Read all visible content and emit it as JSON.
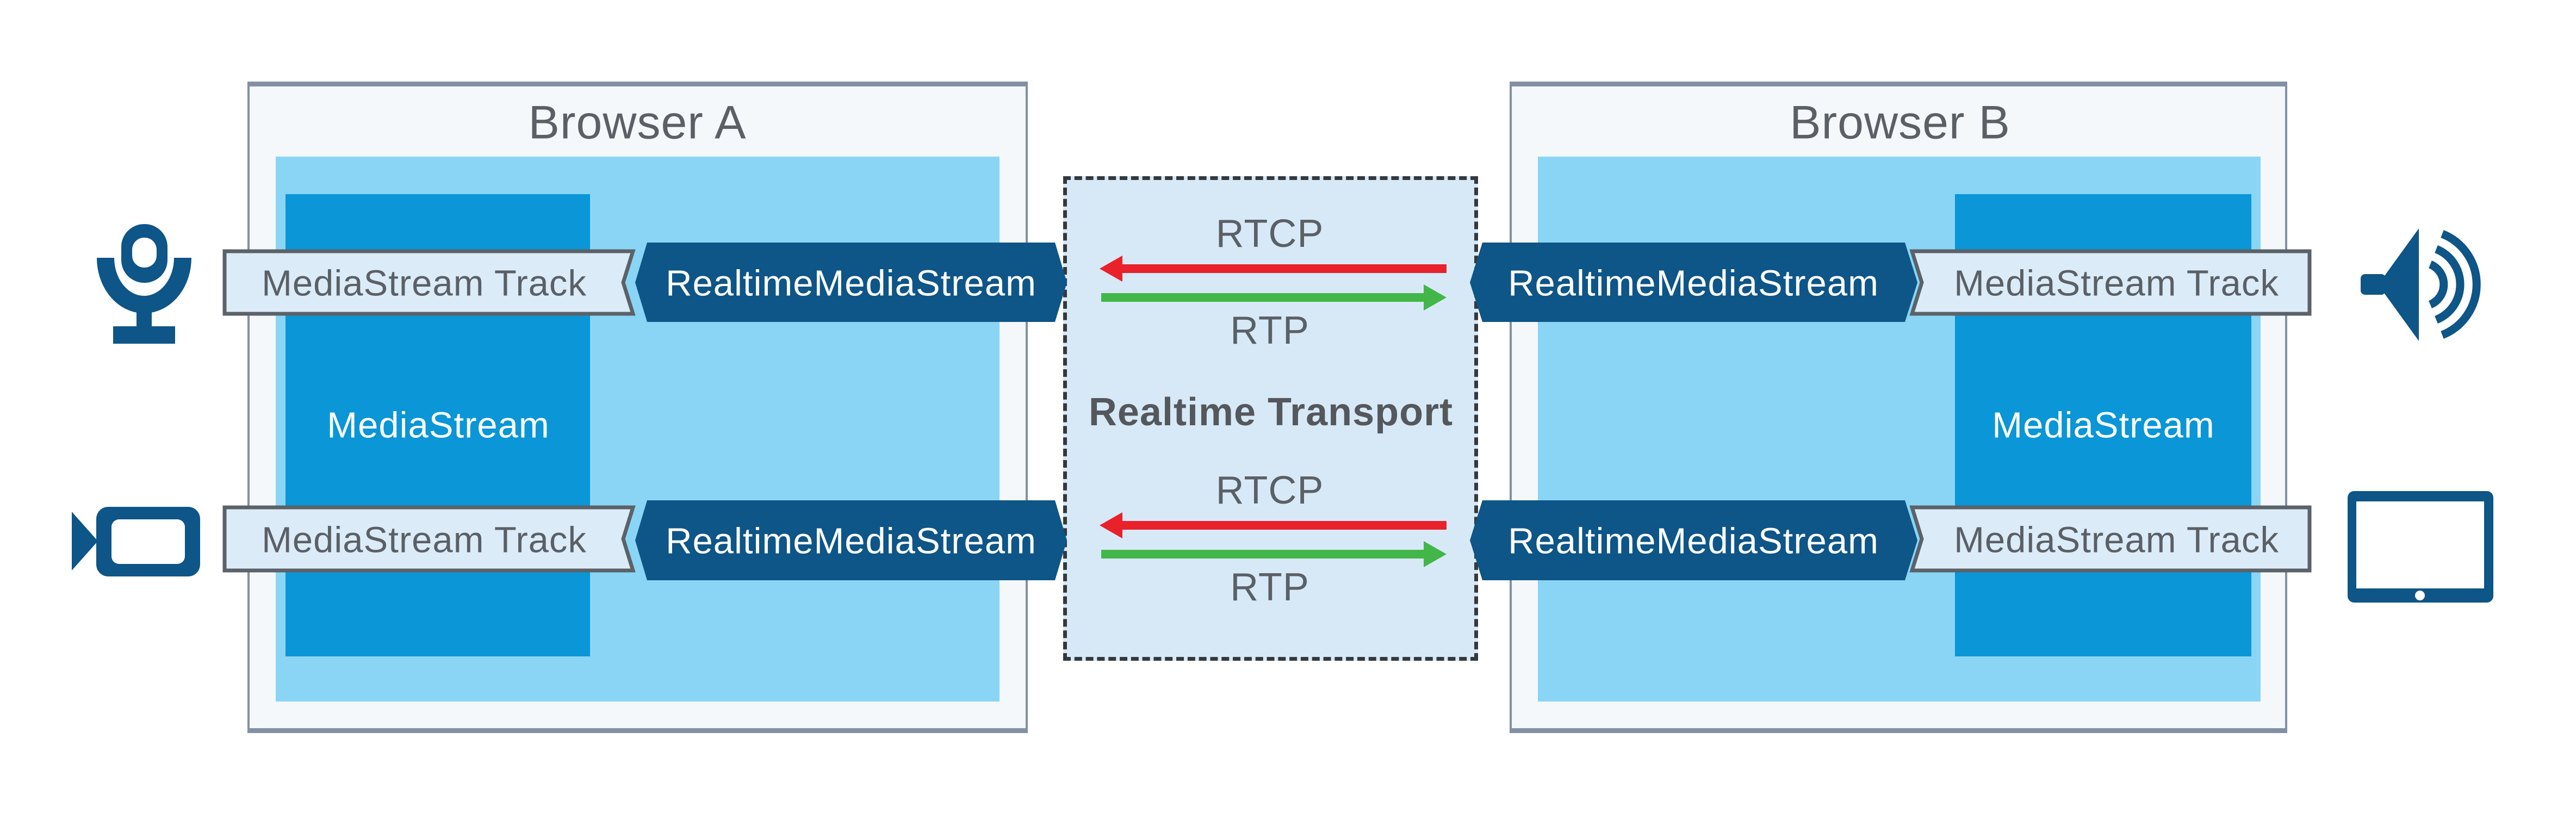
{
  "browser_a": {
    "title": "Browser A",
    "media_stream_label": "MediaStream",
    "rows": [
      {
        "track_label": "MediaStream Track",
        "realtime_label": "RealtimeMediaStream"
      },
      {
        "track_label": "MediaStream Track",
        "realtime_label": "RealtimeMediaStream"
      }
    ]
  },
  "browser_b": {
    "title": "Browser B",
    "media_stream_label": "MediaStream",
    "rows": [
      {
        "track_label": "MediaStream Track",
        "realtime_label": "RealtimeMediaStream"
      },
      {
        "track_label": "MediaStream Track",
        "realtime_label": "RealtimeMediaStream"
      }
    ]
  },
  "transport": {
    "title": "Realtime Transport",
    "channels": [
      {
        "rtcp_label": "RTCP",
        "rtp_label": "RTP"
      },
      {
        "rtcp_label": "RTCP",
        "rtp_label": "RTP"
      }
    ]
  },
  "icons": {
    "microphone": "microphone-icon",
    "video_camera": "video-camera-icon",
    "speaker": "speaker-icon",
    "tablet": "tablet-icon"
  },
  "colors": {
    "navy": "#0E5588",
    "bright_blue": "#0A96D7",
    "light_blue": "#8AD5F6",
    "pale_box_fill": "#DCEBF8",
    "transport_fill": "#D7E9F7",
    "window_chrome": "#F4F8FB",
    "window_border": "#8290A3",
    "box_border": "#5B6268",
    "text_gray": "#5A6066",
    "rtcp_red": "#E8212B",
    "rtp_green": "#42B649",
    "traffic_dot_blue": "#8CD4F5",
    "dashed_border": "#35393D"
  }
}
